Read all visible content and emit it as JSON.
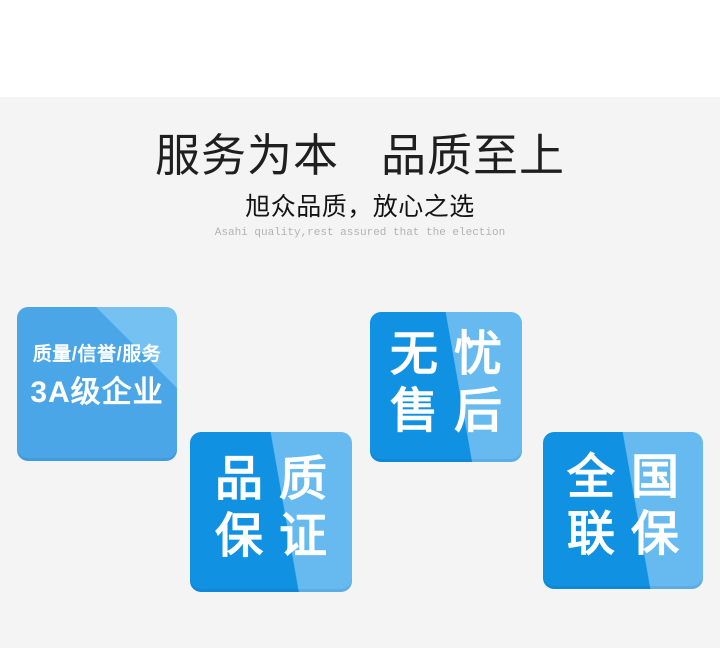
{
  "header": {
    "title_part1": "服务为本",
    "title_part2": "品质至上",
    "subtitle": "旭众品质，放心之选",
    "subtitle_en": "Asahi quality,rest assured that the election"
  },
  "badges": [
    {
      "name": "3a-enterprise",
      "line1": "质量/信誉/服务",
      "line2": "3A级企业"
    },
    {
      "name": "quality-guarantee",
      "line1": "品质",
      "line2": "保证"
    },
    {
      "name": "worry-free-aftersales",
      "line1": "无忧",
      "line2": "售后"
    },
    {
      "name": "nationwide-warranty",
      "line1": "全国",
      "line2": "联保"
    }
  ],
  "colors": {
    "page_background": "#ffffff",
    "band_background": "#f4f4f4",
    "title_text": "#1f1f1f",
    "subtitle_en_text": "#b3b3b3",
    "badge_light_base": "#4ba6e8",
    "badge_light_sheen": "#74c1f2",
    "badge_dark_base": "#1191e2",
    "badge_dark_sheen": "#66baf0",
    "badge_text": "#ffffff"
  }
}
